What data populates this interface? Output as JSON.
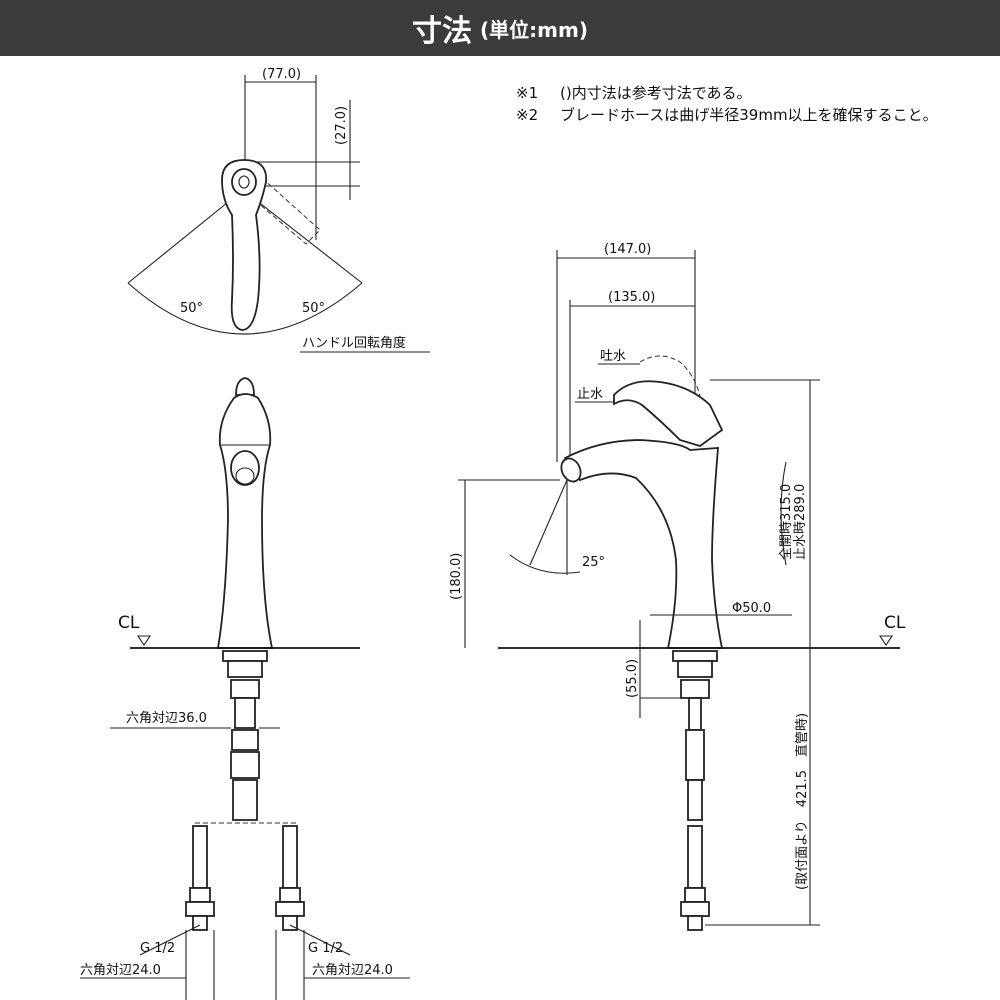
{
  "header": {
    "title": "寸法",
    "unit": "(単位:mm)",
    "background": "#3b3b3b"
  },
  "notes": [
    {
      "mark": "※1",
      "text": "()内寸法は参考寸法である。"
    },
    {
      "mark": "※2",
      "text": "ブレードホースは曲げ半径39mm以上を確保すること。"
    }
  ],
  "top_view": {
    "width_dim": "(77.0)",
    "depth_dim": "(27.0)",
    "angle_left": "50°",
    "angle_right": "50°",
    "caption": "ハンドル回転角度"
  },
  "front_view": {
    "cl": "CL",
    "hex_nut": "六角対辺36.0",
    "thread_left": "G 1/2",
    "thread_right": "G 1/2",
    "hex_left": "六角対辺24.0",
    "hex_right": "六角対辺24.0"
  },
  "side_view": {
    "reach_total": "(147.0)",
    "reach_spout": "(135.0)",
    "label_open": "吐水",
    "label_closed": "止水",
    "spout_height": "(180.0)",
    "spout_angle": "25°",
    "base_diameter": "Φ50.0",
    "cl": "CL",
    "shank_length": "(55.0)",
    "height_open": "全開時315.0",
    "height_closed": "止水時289.0",
    "hose_length": "(取付面より　421.5　直管時)"
  }
}
